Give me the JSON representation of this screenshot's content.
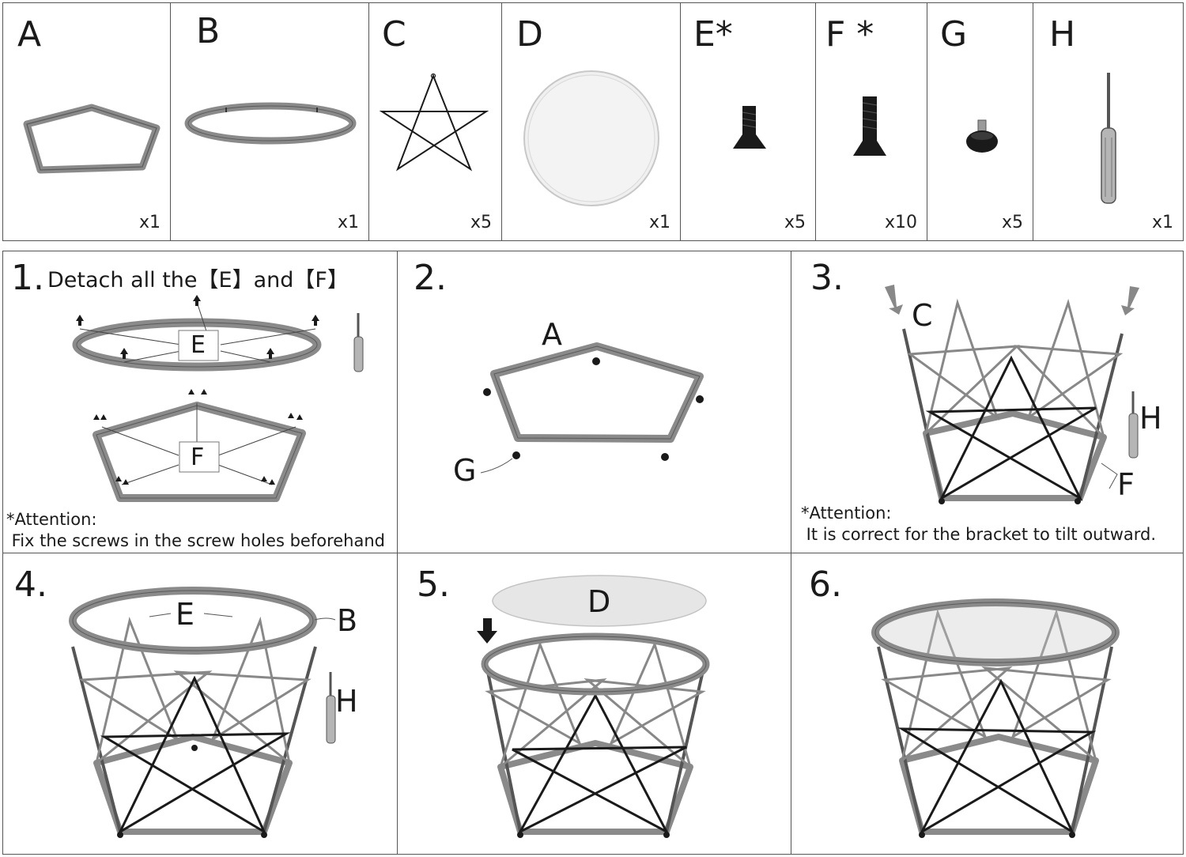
{
  "parts": [
    {
      "letter": "A",
      "qty": "x1"
    },
    {
      "letter": "B",
      "qty": "x1"
    },
    {
      "letter": "C",
      "qty": "x5"
    },
    {
      "letter": "D",
      "qty": "x1"
    },
    {
      "letter": "E*",
      "qty": "x5"
    },
    {
      "letter": "F *",
      "qty": "x10"
    },
    {
      "letter": "G",
      "qty": "x5"
    },
    {
      "letter": "H",
      "qty": "x1"
    }
  ],
  "steps": [
    {
      "num": "1.",
      "caption": "Detach all the【E】and【F】",
      "labels": {
        "e": "E",
        "f": "F"
      },
      "note": "*Attention:\n Fix the screws in the screw holes beforehand"
    },
    {
      "num": "2.",
      "labels": {
        "a": "A",
        "g": "G"
      }
    },
    {
      "num": "3.",
      "labels": {
        "c": "C",
        "h": "H",
        "f": "F"
      },
      "note": "*Attention:\n It is correct for the bracket to tilt outward."
    },
    {
      "num": "4.",
      "labels": {
        "e": "E",
        "b": "B",
        "h": "H"
      }
    },
    {
      "num": "5.",
      "labels": {
        "d": "D"
      }
    },
    {
      "num": "6."
    }
  ],
  "colors": {
    "frame": "#8a8a8a",
    "frame_dark": "#5a5a5a",
    "black": "#1a1a1a",
    "border": "#555555"
  }
}
